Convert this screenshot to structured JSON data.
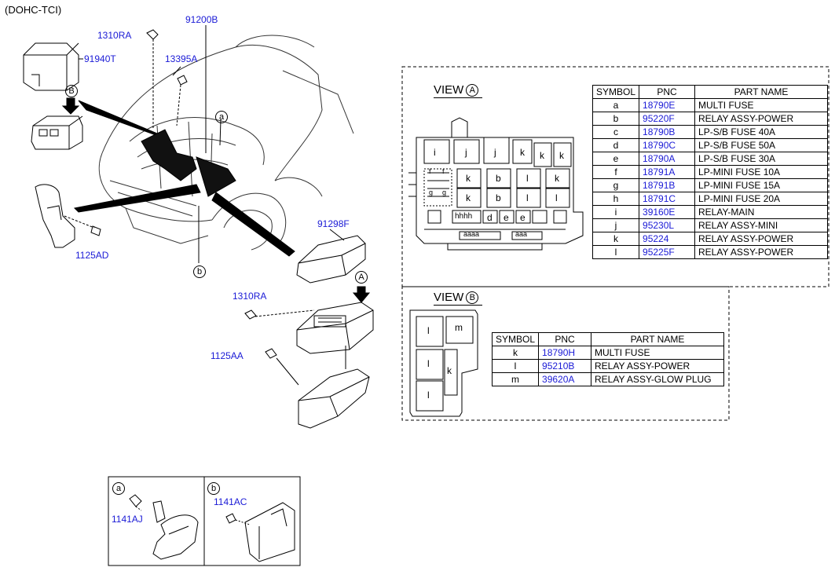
{
  "header": {
    "engine_label": "(DOHC-TCI)"
  },
  "main_labels": {
    "p1310RA_top": "1310RA",
    "p91200B": "91200B",
    "p13395A": "13395A",
    "p91940T": "91940T",
    "p1125AD": "1125AD",
    "p91298F": "91298F",
    "p1310RA_mid": "1310RA",
    "p1125AA": "1125AA"
  },
  "callouts": {
    "a": "a",
    "b": "b",
    "A": "A",
    "B": "B"
  },
  "view_a": {
    "title": "VIEW",
    "circle": "A",
    "headers": [
      "SYMBOL",
      "PNC",
      "PART NAME"
    ],
    "rows": [
      {
        "symbol": "a",
        "pnc": "18790E",
        "name": "MULTI FUSE"
      },
      {
        "symbol": "b",
        "pnc": "95220F",
        "name": "RELAY ASSY-POWER"
      },
      {
        "symbol": "c",
        "pnc": "18790B",
        "name": "LP-S/B FUSE 40A"
      },
      {
        "symbol": "d",
        "pnc": "18790C",
        "name": "LP-S/B FUSE 50A"
      },
      {
        "symbol": "e",
        "pnc": "18790A",
        "name": "LP-S/B FUSE 30A"
      },
      {
        "symbol": "f",
        "pnc": "18791A",
        "name": "LP-MINI FUSE 10A"
      },
      {
        "symbol": "g",
        "pnc": "18791B",
        "name": "LP-MINI FUSE 15A"
      },
      {
        "symbol": "h",
        "pnc": "18791C",
        "name": "LP-MINI FUSE 20A"
      },
      {
        "symbol": "i",
        "pnc": "39160E",
        "name": "RELAY-MAIN"
      },
      {
        "symbol": "j",
        "pnc": "95230L",
        "name": "RELAY ASSY-MINI"
      },
      {
        "symbol": "k",
        "pnc": "95224",
        "name": "RELAY ASSY-POWER"
      },
      {
        "symbol": "l",
        "pnc": "95225F",
        "name": "RELAY ASSY-POWER"
      }
    ],
    "box_letters": {
      "i": "i",
      "j1": "j",
      "j2": "j",
      "k1": "k",
      "k2": "k",
      "k3": "k",
      "k4": "k",
      "k5": "k",
      "k6": "k",
      "b1": "b",
      "b2": "b",
      "l1": "l",
      "l2": "l",
      "l3": "l",
      "d": "d",
      "e": "e",
      "e2": "e",
      "h": "hhhh",
      "a": "aaaa",
      "a2": "aaa",
      "f": "f",
      "g": "g",
      "gl": "g",
      "fl": "f"
    }
  },
  "view_b": {
    "title": "VIEW",
    "circle": "B",
    "headers": [
      "SYMBOL",
      "PNC",
      "PART NAME"
    ],
    "rows": [
      {
        "symbol": "k",
        "pnc": "18790H",
        "name": "MULTI FUSE"
      },
      {
        "symbol": "l",
        "pnc": "95210B",
        "name": "RELAY ASSY-POWER"
      },
      {
        "symbol": "m",
        "pnc": "39620A",
        "name": "RELAY ASSY-GLOW PLUG"
      }
    ],
    "box_letters": {
      "l1": "l",
      "l2": "l",
      "l3": "l",
      "m": "m",
      "k": "k"
    }
  },
  "detail": {
    "a_circle": "a",
    "b_circle": "b",
    "a_part": "1141AJ",
    "b_part": "1141AC"
  }
}
